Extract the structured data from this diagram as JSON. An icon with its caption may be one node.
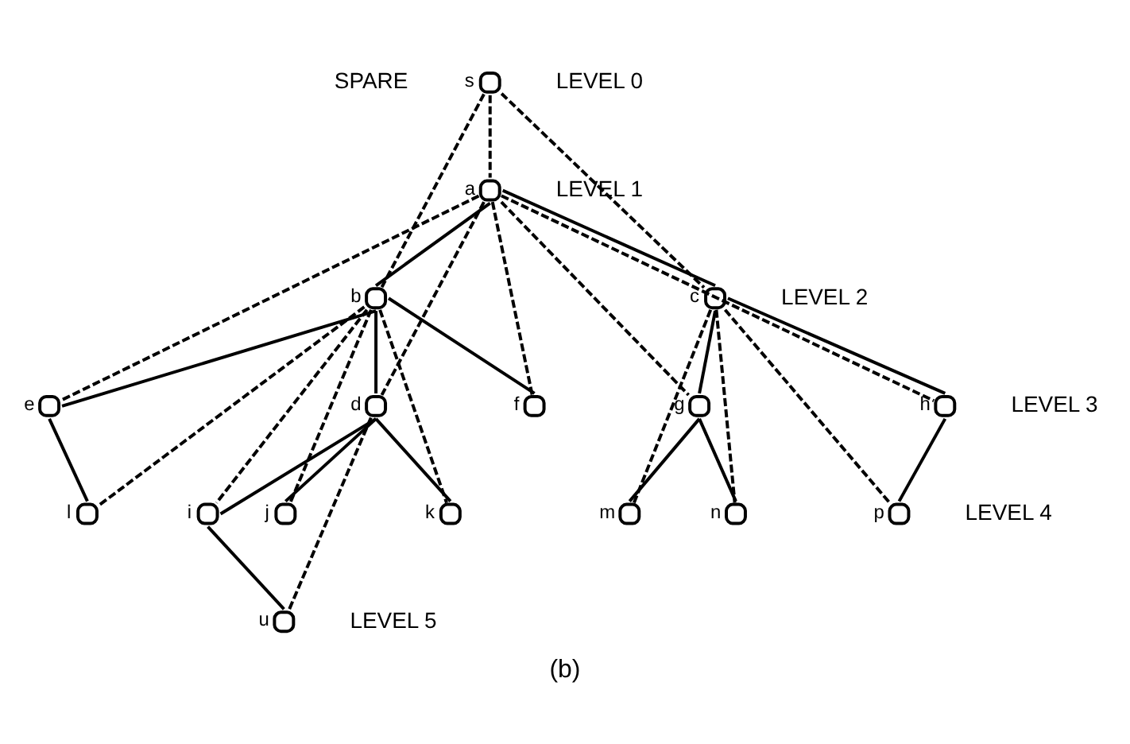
{
  "diagram": {
    "caption": "(b)",
    "nodes": [
      {
        "text": [],
        "shape": "circle",
        "beside": [
          "s"
        ]
      },
      {
        "text": [],
        "shape": "circle",
        "beside": [
          "a"
        ]
      },
      {
        "text": [],
        "shape": "circle",
        "beside": [
          "b"
        ]
      },
      {
        "text": [],
        "shape": "circle",
        "beside": [
          "c"
        ]
      },
      {
        "text": [],
        "shape": "circle",
        "beside": [
          "d"
        ]
      },
      {
        "text": [],
        "shape": "circle",
        "beside": [
          "e"
        ]
      },
      {
        "text": [],
        "shape": "circle",
        "beside": [
          "f"
        ]
      },
      {
        "text": [],
        "shape": "circle",
        "beside": [
          "g"
        ]
      },
      {
        "text": [],
        "shape": "circle",
        "beside": [
          "h"
        ]
      },
      {
        "text": [],
        "shape": "circle",
        "beside": [
          "i"
        ]
      },
      {
        "text": [],
        "shape": "circle",
        "beside": [
          "j"
        ]
      },
      {
        "text": [],
        "shape": "circle",
        "beside": [
          "k"
        ]
      },
      {
        "text": [],
        "shape": "circle",
        "beside": [
          "l"
        ]
      },
      {
        "text": [],
        "shape": "circle",
        "beside": [
          "m"
        ]
      },
      {
        "text": [],
        "shape": "circle",
        "beside": [
          "n"
        ]
      },
      {
        "text": [],
        "shape": "circle",
        "beside": [
          "p"
        ]
      },
      {
        "text": [],
        "shape": "circle",
        "beside": [
          "u"
        ]
      }
    ],
    "edges": [
      {
        "from": 0,
        "to": 1,
        "arrow": "none",
        "style": "dashed"
      },
      {
        "from": 0,
        "to": 2,
        "arrow": "none",
        "style": "dashed"
      },
      {
        "from": 0,
        "to": 3,
        "arrow": "none",
        "style": "dashed"
      },
      {
        "from": 1,
        "to": 2,
        "arrow": "none"
      },
      {
        "from": 1,
        "to": 3,
        "arrow": "none"
      },
      {
        "from": 1,
        "to": 4,
        "arrow": "none",
        "style": "dashed"
      },
      {
        "from": 1,
        "to": 5,
        "arrow": "none",
        "style": "dashed"
      },
      {
        "from": 1,
        "to": 6,
        "arrow": "none",
        "style": "dashed"
      },
      {
        "from": 1,
        "to": 7,
        "arrow": "none",
        "style": "dashed"
      },
      {
        "from": 1,
        "to": 8,
        "arrow": "none",
        "style": "dashed"
      },
      {
        "from": 2,
        "to": 4,
        "arrow": "none"
      },
      {
        "from": 2,
        "to": 5,
        "arrow": "none"
      },
      {
        "from": 2,
        "to": 6,
        "arrow": "none"
      },
      {
        "from": 2,
        "to": 9,
        "arrow": "none",
        "style": "dashed"
      },
      {
        "from": 2,
        "to": 10,
        "arrow": "none",
        "style": "dashed"
      },
      {
        "from": 2,
        "to": 11,
        "arrow": "none",
        "style": "dashed"
      },
      {
        "from": 2,
        "to": 12,
        "arrow": "none",
        "style": "dashed"
      },
      {
        "from": 3,
        "to": 7,
        "arrow": "none"
      },
      {
        "from": 3,
        "to": 8,
        "arrow": "none"
      },
      {
        "from": 3,
        "to": 13,
        "arrow": "none",
        "style": "dashed"
      },
      {
        "from": 3,
        "to": 14,
        "arrow": "none",
        "style": "dashed"
      },
      {
        "from": 3,
        "to": 15,
        "arrow": "none",
        "style": "dashed"
      },
      {
        "from": 4,
        "to": 9,
        "arrow": "none"
      },
      {
        "from": 4,
        "to": 10,
        "arrow": "none"
      },
      {
        "from": 4,
        "to": 11,
        "arrow": "none"
      },
      {
        "from": 4,
        "to": 16,
        "arrow": "none",
        "style": "dashed"
      },
      {
        "from": 5,
        "to": 12,
        "arrow": "none"
      },
      {
        "from": 7,
        "to": 13,
        "arrow": "none"
      },
      {
        "from": 7,
        "to": 14,
        "arrow": "none"
      },
      {
        "from": 8,
        "to": 15,
        "arrow": "none"
      },
      {
        "from": 9,
        "to": 16,
        "arrow": "none"
      }
    ],
    "labels": [
      "SPARE",
      "LEVEL 0",
      "LEVEL 1",
      "LEVEL 2",
      "LEVEL 3",
      "LEVEL 4",
      "LEVEL 5"
    ]
  }
}
